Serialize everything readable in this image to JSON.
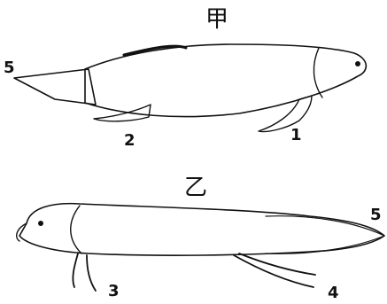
{
  "figure": {
    "top_label": "甲",
    "bottom_label": "乙"
  },
  "fish_a": {
    "labels": {
      "fin_1": "1",
      "fin_2": "2",
      "tail_5": "5"
    }
  },
  "fish_b": {
    "labels": {
      "fin_3": "3",
      "fin_4": "4",
      "tail_5": "5"
    }
  },
  "colors": {
    "ink": "#111111",
    "paper": "#ffffff"
  }
}
